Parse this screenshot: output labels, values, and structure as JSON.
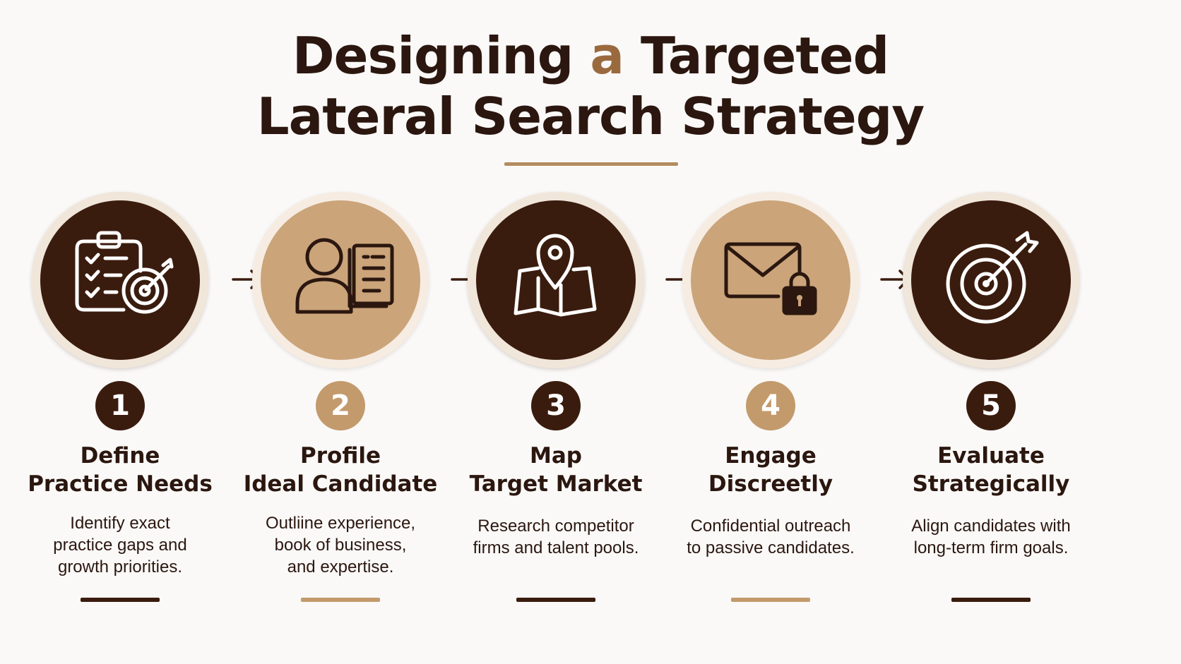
{
  "title": {
    "line1_before": "Designing ",
    "line1_accent": "a",
    "line1_after": " Targeted",
    "line2": "Lateral Search Strategy"
  },
  "colors": {
    "dark_brown": "#3a1c0e",
    "tan": "#c39a6c",
    "text": "#2b170f",
    "background": "#faf9f8"
  },
  "steps": [
    {
      "number": "1",
      "icon": "clipboard-checklist-target-icon",
      "heading": [
        "Define",
        "Practice Needs"
      ],
      "description": [
        "Identify exact",
        "practice gaps and",
        "growth priorities."
      ],
      "style": "dark"
    },
    {
      "number": "2",
      "icon": "person-profile-card-icon",
      "heading": [
        "Profile",
        "Ideal Candidate"
      ],
      "description": [
        "Outliine experience,",
        "book of business,",
        "and expertise."
      ],
      "style": "light"
    },
    {
      "number": "3",
      "icon": "map-pin-icon",
      "heading": [
        "Map",
        "Target Market"
      ],
      "description": [
        "Research competitor",
        "firms and talent pools."
      ],
      "style": "dark"
    },
    {
      "number": "4",
      "icon": "envelope-lock-icon",
      "heading": [
        "Engage",
        "Discreetly"
      ],
      "description": [
        "Confidential outreach",
        "to passive candidates."
      ],
      "style": "light"
    },
    {
      "number": "5",
      "icon": "target-arrow-icon",
      "heading": [
        "Evaluate",
        "Strategically"
      ],
      "description": [
        "Align candidates with",
        "long-term firm goals."
      ],
      "style": "dark"
    }
  ]
}
